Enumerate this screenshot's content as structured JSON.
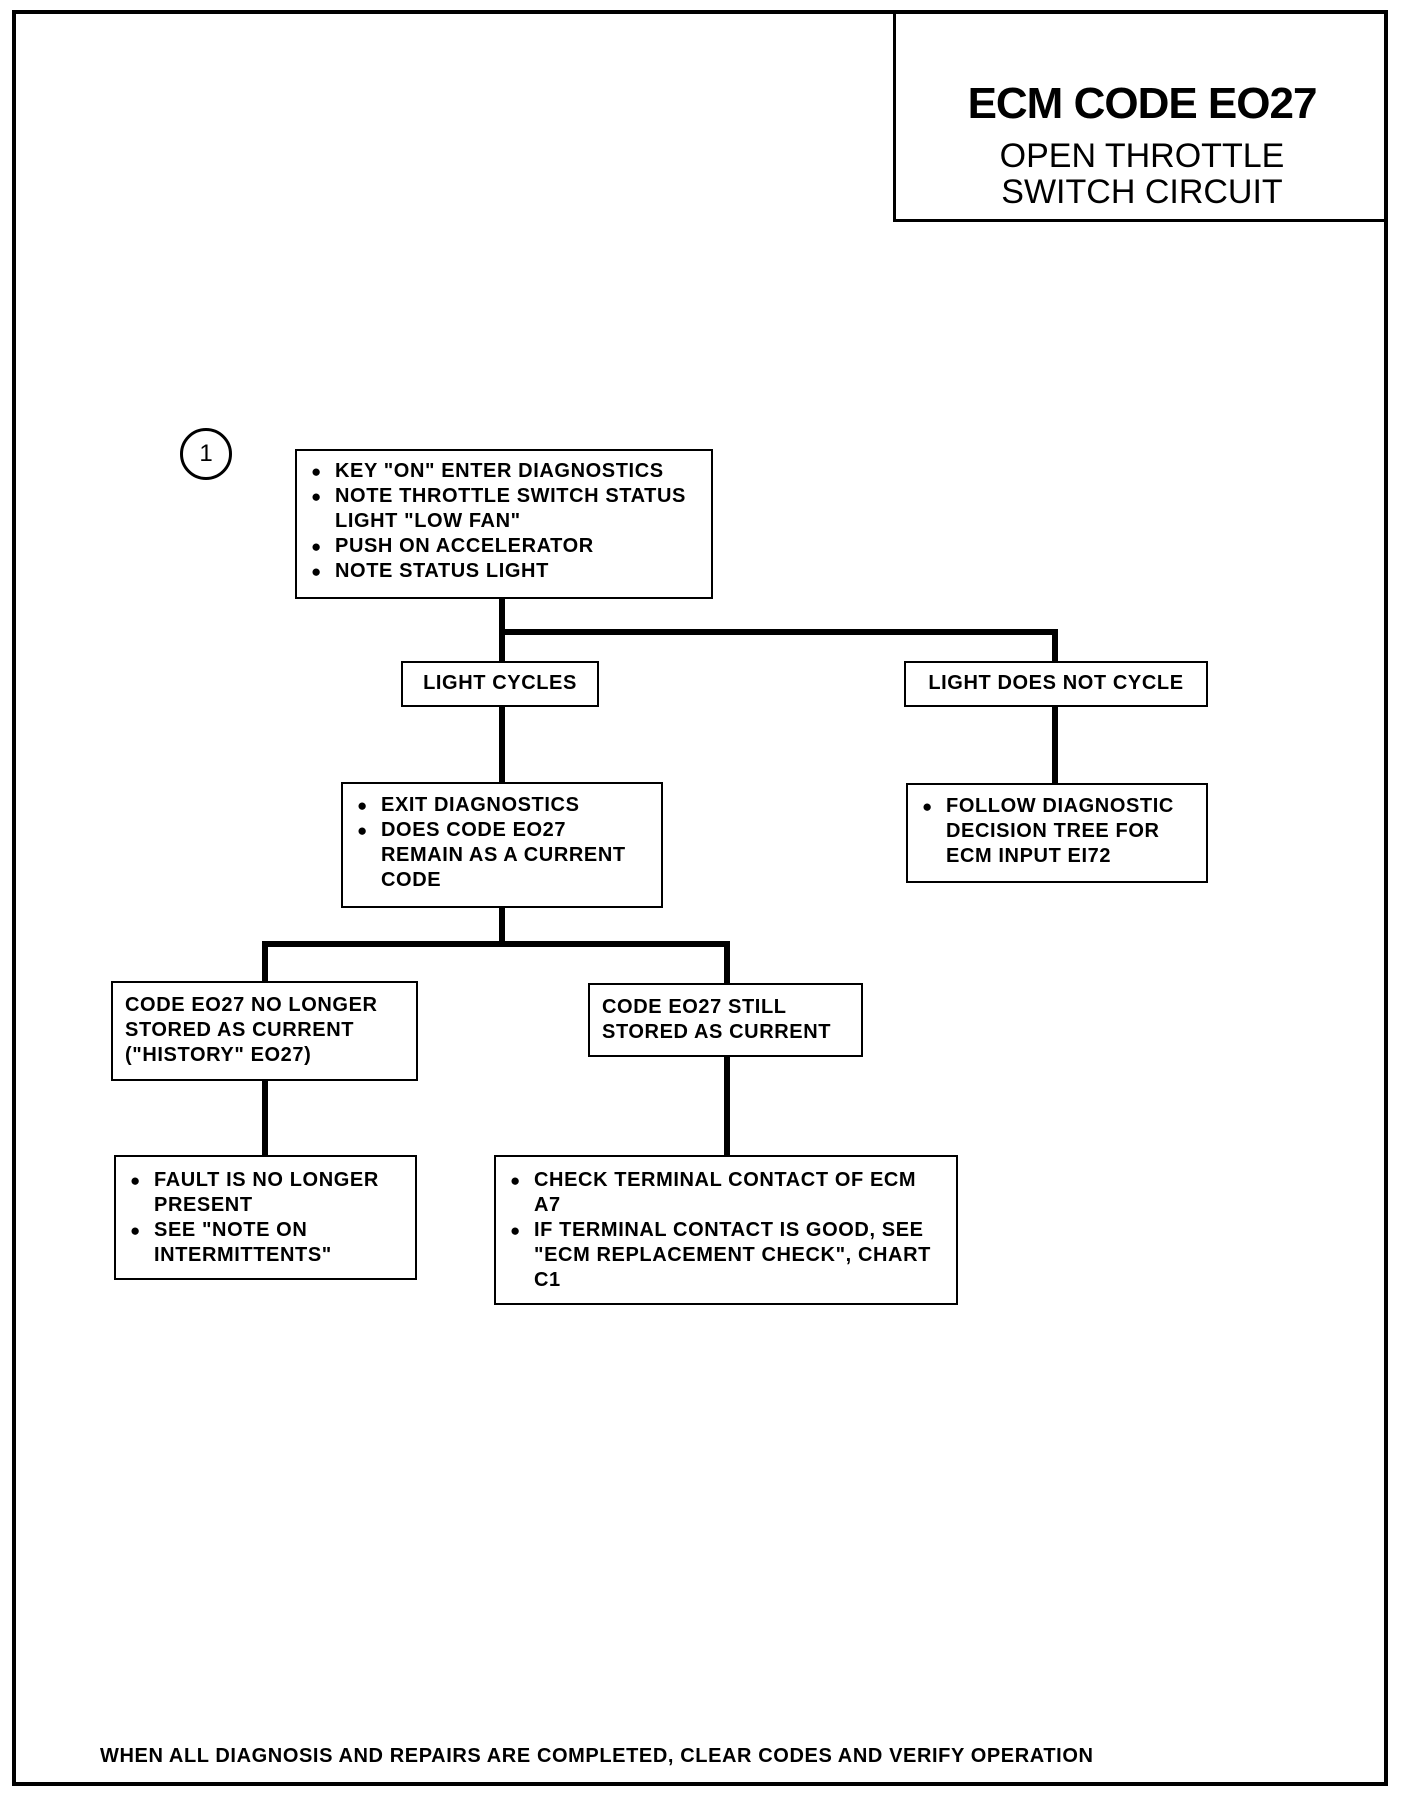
{
  "title": {
    "main": "ECM CODE EO27",
    "sub_line1": "OPEN THROTTLE",
    "sub_line2": "SWITCH CIRCUIT"
  },
  "step_number": "1",
  "nodes": {
    "start": {
      "items": [
        "KEY \"ON\" ENTER DIAGNOSTICS",
        "NOTE THROTTLE SWITCH STATUS LIGHT \"LOW FAN\"",
        "PUSH ON ACCELERATOR",
        "NOTE STATUS LIGHT"
      ]
    },
    "light_cycles": {
      "label": "LIGHT CYCLES"
    },
    "light_not_cycle": {
      "label": "LIGHT DOES NOT CYCLE"
    },
    "exit_diag": {
      "items": [
        "EXIT DIAGNOSTICS",
        "DOES CODE EO27 REMAIN AS A CURRENT CODE"
      ]
    },
    "follow_tree": {
      "items": [
        "FOLLOW DIAGNOSTIC DECISION TREE FOR ECM INPUT EI72"
      ]
    },
    "no_longer": {
      "label": "CODE EO27 NO LONGER STORED AS CURRENT (\"HISTORY\" EO27)"
    },
    "still_stored": {
      "label": "CODE EO27 STILL STORED AS CURRENT"
    },
    "fault_gone": {
      "items": [
        "FAULT IS NO LONGER PRESENT",
        "SEE \"NOTE ON INTERMITTENTS\""
      ]
    },
    "check_terminal": {
      "items": [
        "CHECK TERMINAL CONTACT OF ECM A7",
        "IF TERMINAL CONTACT IS GOOD, SEE \"ECM REPLACEMENT CHECK\", CHART C1"
      ]
    }
  },
  "footer": "WHEN ALL DIAGNOSIS AND REPAIRS ARE COMPLETED, CLEAR CODES AND VERIFY OPERATION"
}
